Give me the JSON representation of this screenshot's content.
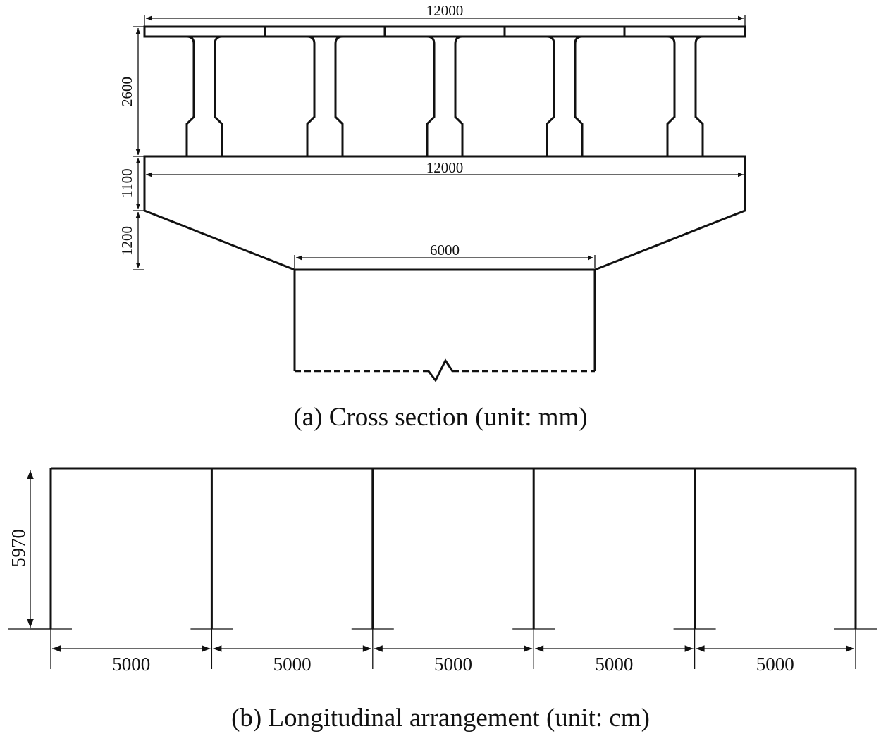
{
  "cross_section": {
    "caption": "(a) Cross section (unit: mm)",
    "dims": {
      "deck_width": "12000",
      "girder_height": "2600",
      "cap_width": "12000",
      "cap_upper_depth": "1100",
      "cap_taper_depth": "1200",
      "pier_width": "6000"
    }
  },
  "longitudinal": {
    "caption": "(b) Longitudinal arrangement (unit: cm)",
    "pier_height": "5970",
    "spans": [
      "5000",
      "5000",
      "5000",
      "5000",
      "5000"
    ]
  }
}
